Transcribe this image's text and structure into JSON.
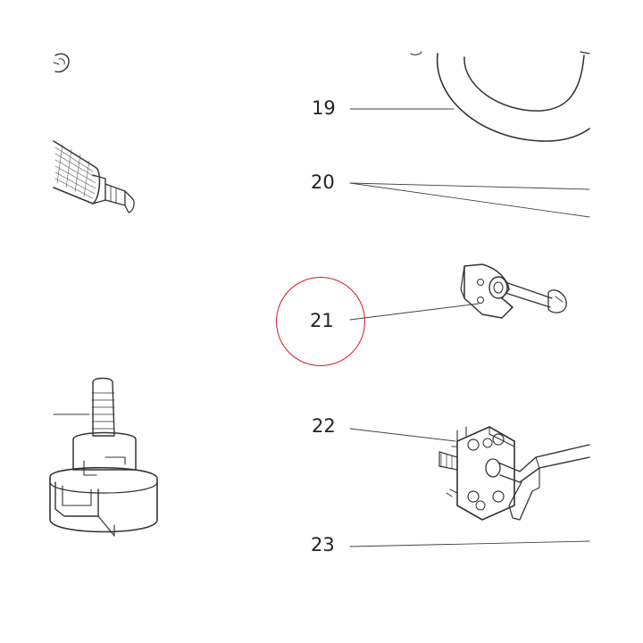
{
  "callouts": {
    "c19": "19",
    "c20": "20",
    "c21": "21",
    "c22": "22",
    "c23": "23"
  },
  "highlight": {
    "target": "21",
    "color": "#d11a2a"
  },
  "colors": {
    "line": "#333333",
    "paper": "#ffffff"
  }
}
